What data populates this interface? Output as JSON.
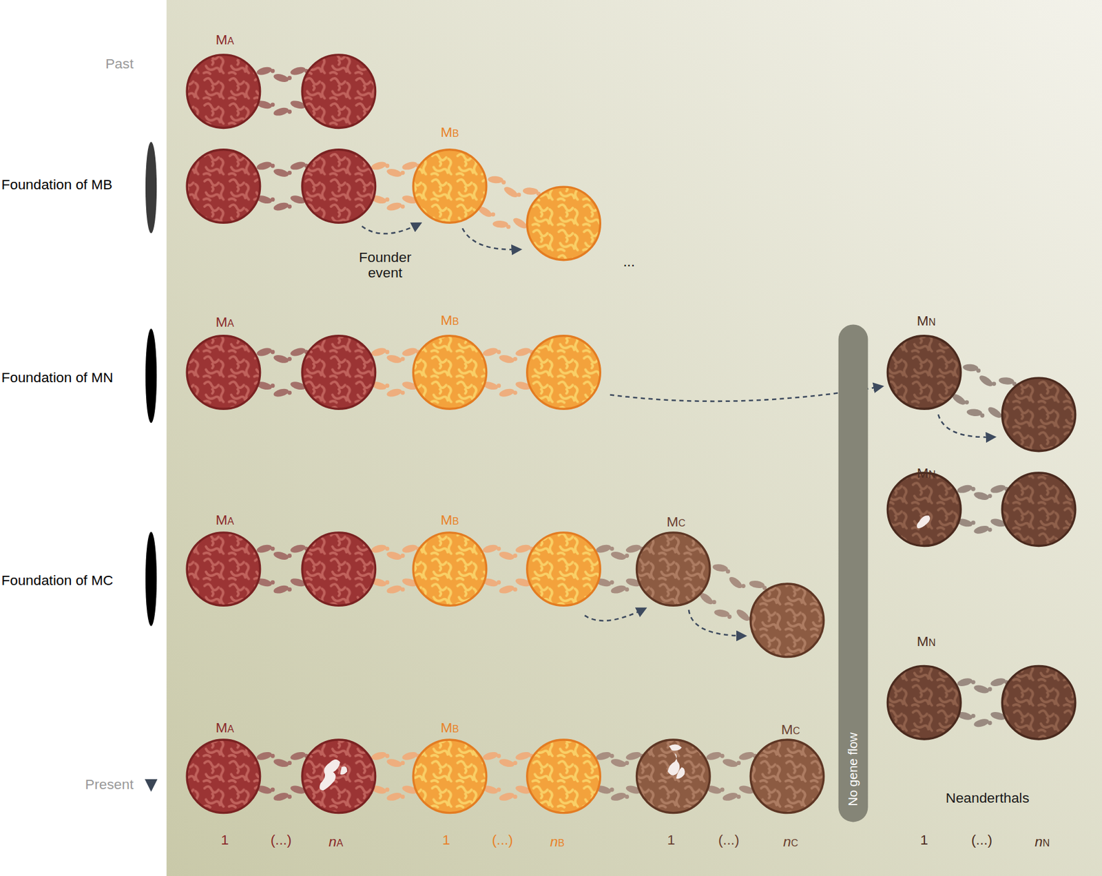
{
  "diagram": {
    "nodes": [
      {
        "text": [
          "No gene flow"
        ]
      }
    ],
    "edges": [],
    "labels": [
      "Past",
      "Foundation of MB",
      "Foundation of MN",
      "Foundation of MC",
      "Present",
      "MA",
      "MB",
      "Founder event",
      "...",
      "MA",
      "MB",
      "MN",
      "MA",
      "MB",
      "MC",
      "MA",
      "MB",
      "MC",
      "MN",
      "MN",
      "Neanderthals",
      "1",
      "(...)",
      "nA",
      "1",
      "(...)",
      "nB",
      "1",
      "(...)",
      "nC",
      "1",
      "(...)",
      "nN"
    ]
  }
}
